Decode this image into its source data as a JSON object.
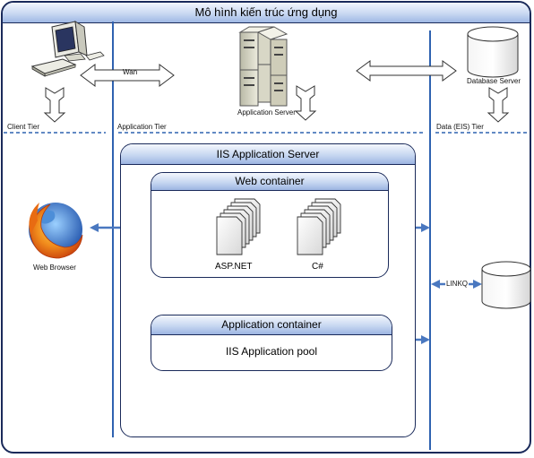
{
  "header": {
    "title": "Mô hình kiến trúc ứng dụng"
  },
  "tiers": {
    "client": "Client Tier",
    "application": "Application Tier",
    "data": "Data (EIS) Tier"
  },
  "network": {
    "wan_label": "Wan",
    "linq_label": "LINKQ"
  },
  "nodes": {
    "application_server": "Application Server",
    "database_server": "Database Server",
    "web_browser": "Web Browser"
  },
  "iis": {
    "title": "IIS Application Server",
    "web_container": {
      "title": "Web container",
      "aspnet_label": "ASP.NET",
      "csharp_label": "C#"
    },
    "app_container": {
      "title": "Application container",
      "pool_label": "IIS Application pool"
    }
  },
  "colors": {
    "frame": "#1a2a5a",
    "tier_line": "#2f62b0",
    "arrow_fill": "#ffffff",
    "arrow_blue": "#4a78c0",
    "header_gradient_bottom": "#9fb8e4"
  },
  "icons": [
    "computer-icon",
    "server-icon",
    "database-icon",
    "browser-icon",
    "document-stack-icon"
  ]
}
